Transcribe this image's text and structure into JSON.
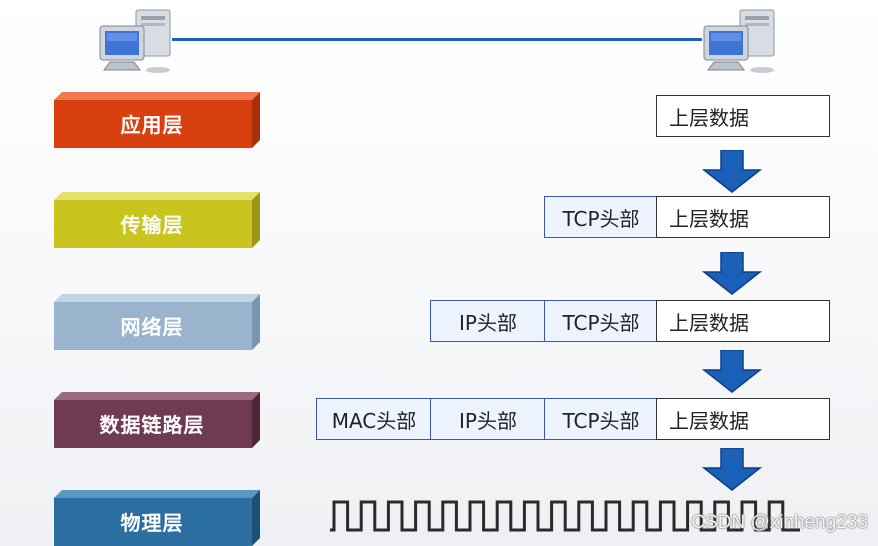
{
  "layers": [
    {
      "name": "应用层",
      "color": "#d9400f"
    },
    {
      "name": "传输层",
      "color": "#c9c41e"
    },
    {
      "name": "网络层",
      "color": "#99b4cc"
    },
    {
      "name": "数据链路层",
      "color": "#6e3b53"
    },
    {
      "name": "物理层",
      "color": "#2b6fa0"
    }
  ],
  "rows": {
    "app": {
      "data": "上层数据"
    },
    "transport": {
      "tcp": "TCP头部",
      "data": "上层数据"
    },
    "network": {
      "ip": "IP头部",
      "tcp": "TCP头部",
      "data": "上层数据"
    },
    "link": {
      "mac": "MAC头部",
      "ip": "IP头部",
      "tcp": "TCP头部",
      "data": "上层数据"
    }
  },
  "watermark": "CSDN @xinheng233"
}
